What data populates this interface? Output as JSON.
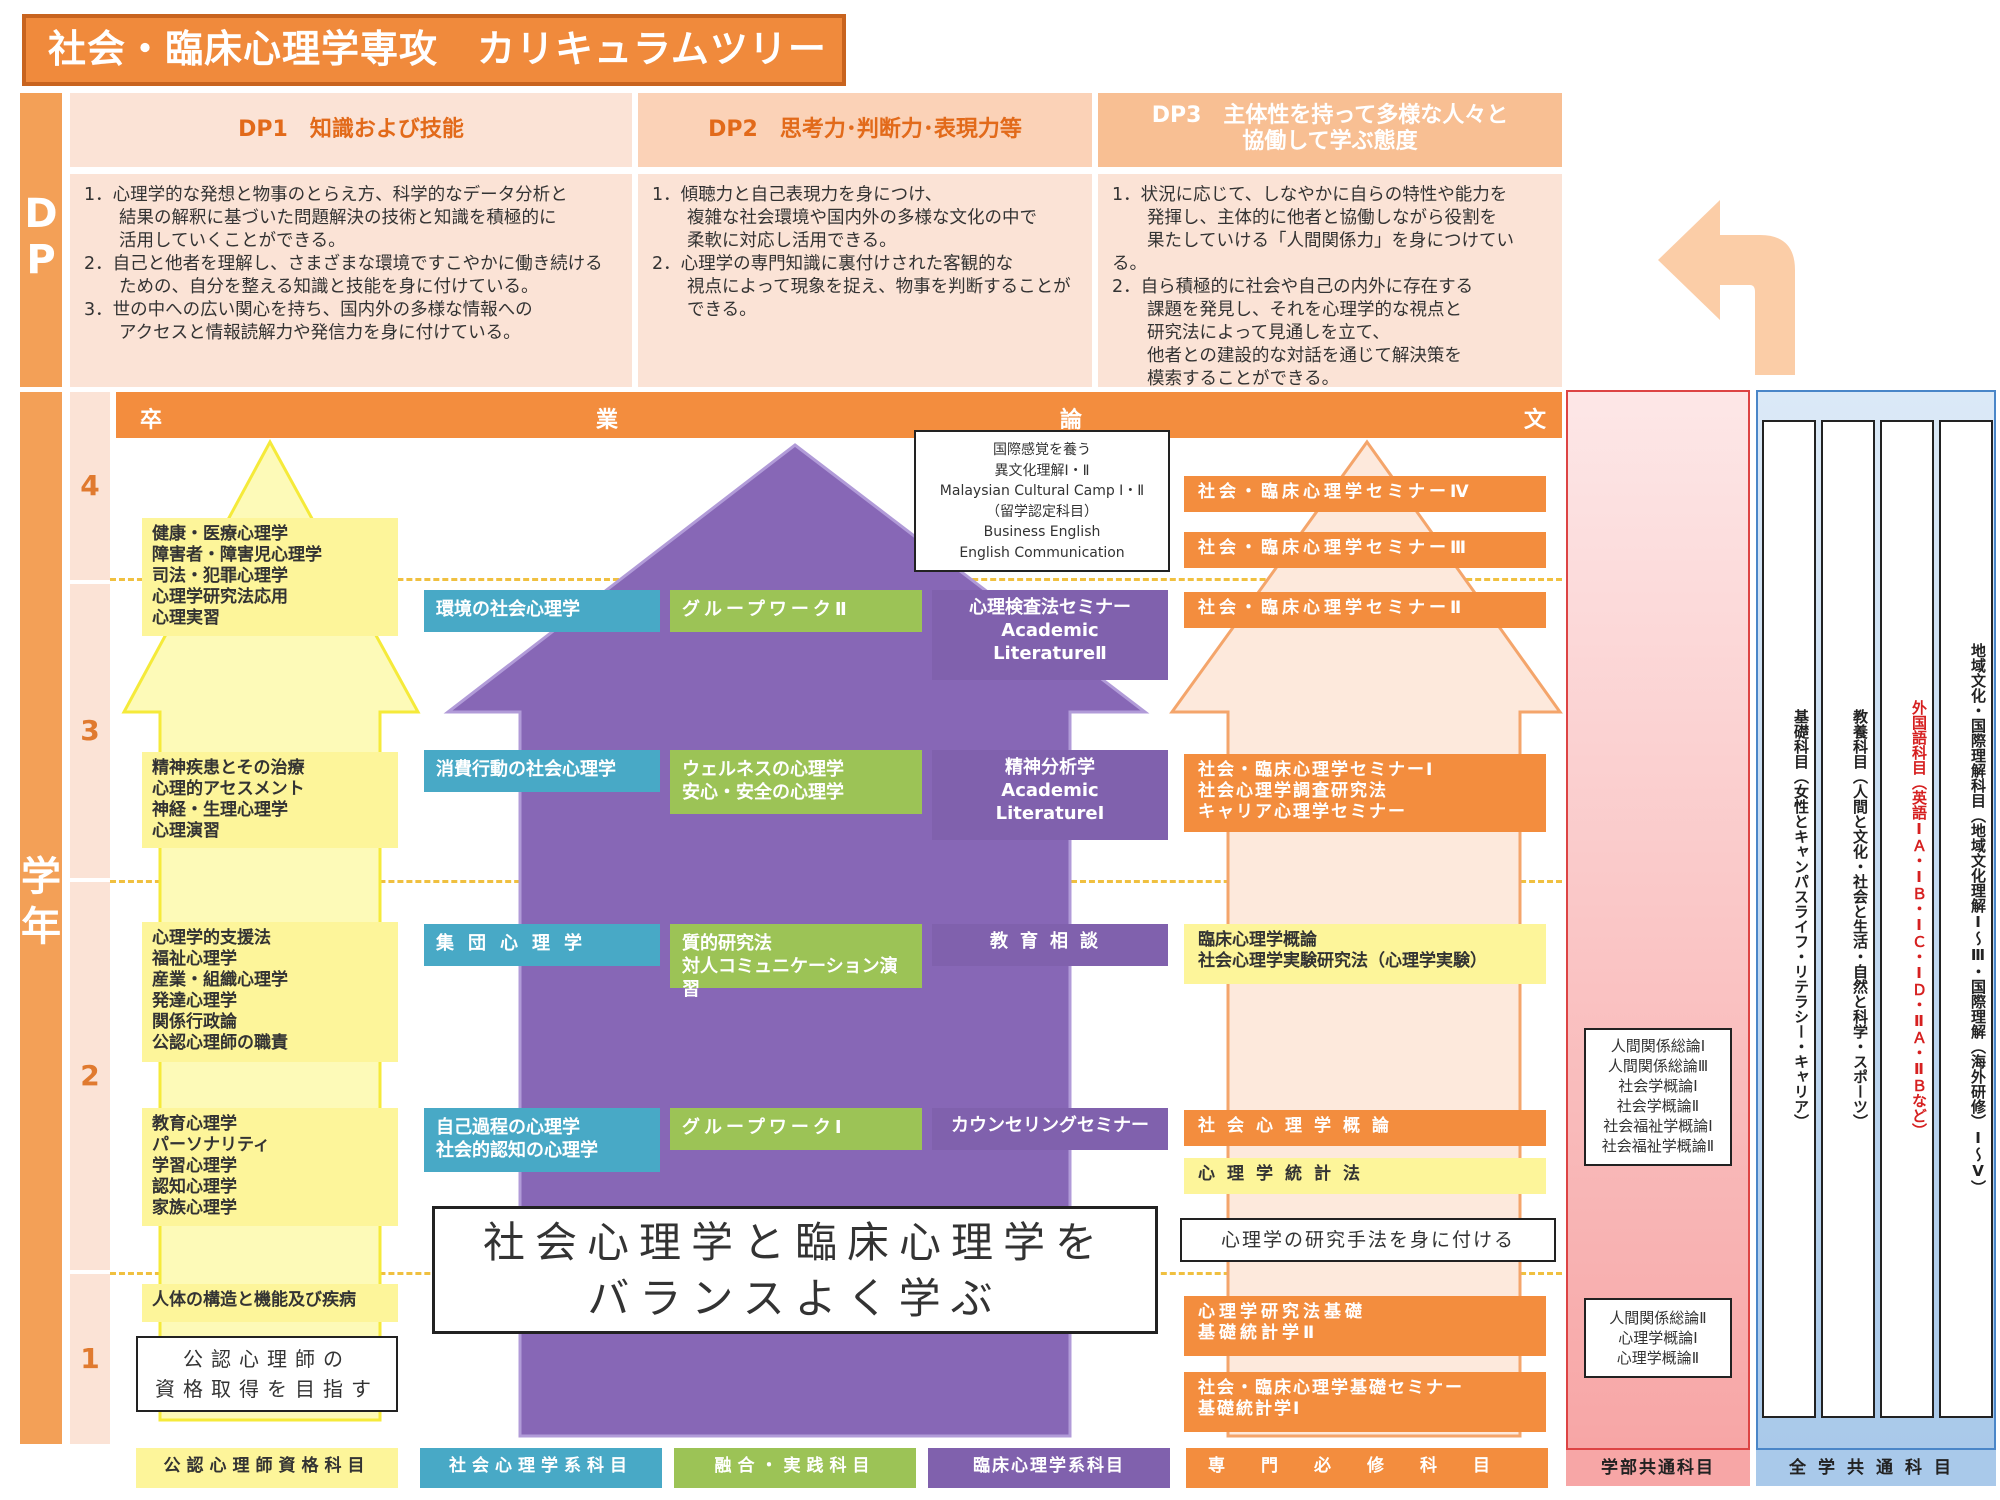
{
  "title": "社会・臨床心理学専攻　カリキュラムツリー",
  "dp_label": "D\nP",
  "gakunen_label": "学\n年",
  "dp": [
    {
      "head": "DP1　知識および技能",
      "body": "1．心理学的な発想と物事のとらえ方、科学的なデータ分析と\n　　結果の解釈に基づいた問題解決の技術と知識を積極的に\n　　活用していくことができる。\n2．自己と他者を理解し、さまざまな環境ですこやかに働き続ける\n　　ための、自分を整える知識と技能を身に付けている。\n3．世の中への広い関心を持ち、国内外の多様な情報への\n　　アクセスと情報読解力や発信力を身に付けている。"
    },
    {
      "head": "DP2　思考力･判断力･表現力等",
      "body": "1．傾聴力と自己表現力を身につけ、\n　　複雑な社会環境や国内外の多様な文化の中で\n　　柔軟に対応し活用できる。\n2．心理学の専門知識に裏付けされた客観的な\n　　視点によって現象を捉え、物事を判断することが\n　　できる。"
    },
    {
      "head": "DP3　主体性を持って多様な人々と\n協働して学ぶ態度",
      "body": "1．状況に応じて、しなやかに自らの特性や能力を\n　　発揮し、主体的に他者と協働しながら役割を\n　　果たしていける「人間関係力」を身につけている。\n2．自ら積極的に社会や自己の内外に存在する\n　　課題を発見し、それを心理学的な視点と\n　　研究法によって見通しを立て、\n　　他者との建設的な対話を通じて解決策を\n　　模索することができる。"
    }
  ],
  "years": [
    "4",
    "3",
    "2",
    "1"
  ],
  "sotsugyo": [
    "卒",
    "業",
    "論",
    "文"
  ],
  "yellow_boxes": [
    "健康・医療心理学\n障害者・障害児心理学\n司法・犯罪心理学\n心理学研究法応用\n心理実習",
    "精神疾患とその治療\n心理的アセスメント\n神経・生理心理学\n心理演習",
    "心理学的支援法\n福祉心理学\n産業・組織心理学\n発達心理学\n関係行政論\n公認心理師の職責",
    "教育心理学\nパーソナリティ\n学習心理学\n認知心理学\n家族心理学",
    "人体の構造と機能及び疾病"
  ],
  "kouninshi_goal": "公認心理師の\n資格取得を目指す",
  "teal_boxes": [
    "環境の社会心理学",
    "消費行動の社会心理学",
    "集団心理学",
    "自己過程の心理学\n社会的認知の心理学"
  ],
  "green_boxes": [
    "グループワークⅡ",
    "ウェルネスの心理学\n安心・安全の心理学",
    "質的研究法\n対人コミュニケーション演習",
    "グループワークⅠ"
  ],
  "purple_boxes": [
    "心理検査法セミナー\nAcademic\nLiteratureⅡ",
    "精神分析学\nAcademic\nLiteratureⅠ",
    "教育相談",
    "カウンセリングセミナー"
  ],
  "intl_box": "国際感覚を養う\n異文化理解Ⅰ・Ⅱ\nMalaysian Cultural Camp Ⅰ・Ⅱ\n（留学認定科目）\nBusiness English\nEnglish Communication",
  "orange_boxes": [
    "社会・臨床心理学セミナーⅣ",
    "社会・臨床心理学セミナーⅢ",
    "社会・臨床心理学セミナーⅡ",
    "社会・臨床心理学セミナーⅠ\n社会心理学調査研究法\nキャリア心理学セミナー",
    "社会心理学概論",
    "心理学研究法基礎\n基礎統計学Ⅱ",
    "社会・臨床心理学基礎セミナー\n基礎統計学Ⅰ"
  ],
  "yellow_bars": [
    "臨床心理学概論\n社会心理学実験研究法（心理学実験）",
    "心理学統計法"
  ],
  "research_method": "心理学の研究手法を身に付ける",
  "main_message": "社会心理学と臨床心理学を\nバランスよく学ぶ",
  "gakubu_boxes": [
    "人間関係総論Ⅰ\n人間関係総論Ⅲ\n社会学概論Ⅰ\n社会学概論Ⅱ\n社会福祉学概論Ⅰ\n社会福祉学概論Ⅱ",
    "人間関係総論Ⅱ\n心理学概論Ⅰ\n心理学概論Ⅱ"
  ],
  "zengaku_cols": [
    {
      "text": "基礎科目（女性とキャンパスライフ・リテラシー・キャリア）",
      "color": "#333333"
    },
    {
      "text": "教養科目（人間と文化・社会と生活・自然と科学・スポーツ）",
      "color": "#333333"
    },
    {
      "text": "外国語科目（英語ⅠＡ・ⅠＢ・ⅠＣ・ⅠＤ・ⅡＡ・ⅡＢなど）",
      "color": "#d62020"
    },
    {
      "text": "地域文化・国際理解科目（地域文化理解Ⅰ〜Ⅲ・国際理解（海外研修）Ⅰ〜Ⅴ）",
      "color": "#333333"
    }
  ],
  "footer": [
    "公認心理師資格科目",
    "社会心理学系科目",
    "融合・実践科目",
    "臨床心理学系科目",
    "専門必修科目",
    "学部共通科目",
    "全学共通科目"
  ],
  "colors": {
    "orange": "#f38d3e",
    "yellow": "#fdf59a",
    "teal": "#48a9c6",
    "green": "#9cc356",
    "purple": "#8061ad",
    "pink": "#f7a6a6",
    "blue": "#a9c9ea"
  }
}
